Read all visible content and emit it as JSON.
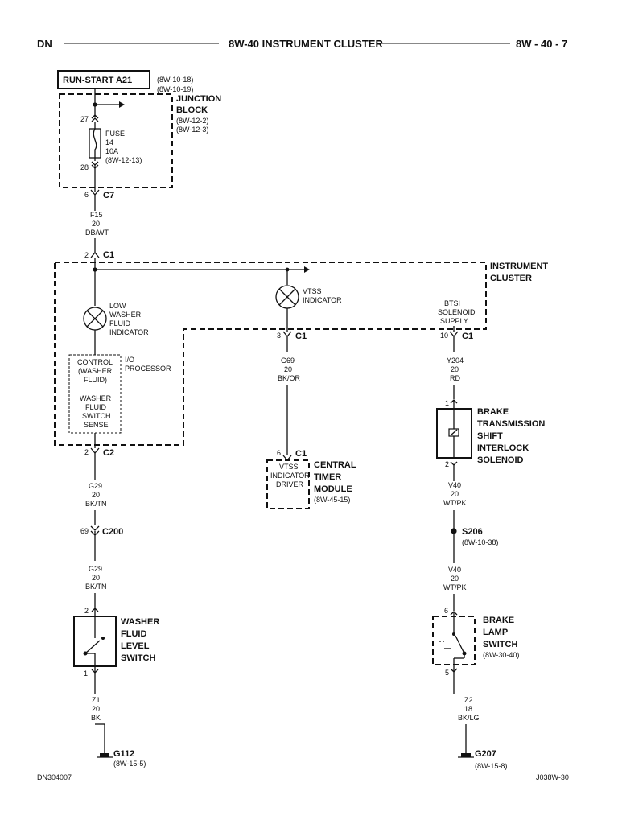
{
  "header": {
    "left": "DN",
    "title": "8W-40 INSTRUMENT CLUSTER",
    "page": "8W - 40 - 7"
  },
  "footer": {
    "left": "DN304007",
    "right": "J038W-30"
  },
  "run_start": {
    "label": "RUN-START A21",
    "ref1": "(8W-10-18)",
    "ref2": "(8W-10-19)"
  },
  "junction_block": {
    "name1": "JUNCTION",
    "name2": "BLOCK",
    "ref1": "(8W-12-2)",
    "ref2": "(8W-12-3)",
    "pin_top": "27",
    "pin_bottom": "28",
    "fuse": [
      "FUSE",
      "14",
      "10A",
      "(8W-12-13)"
    ]
  },
  "conn_c7": {
    "pin": "6",
    "name": "C7"
  },
  "wire_f15": [
    "F15",
    "20",
    "DB/WT"
  ],
  "conn_c1_top": {
    "pin": "2",
    "name": "C1"
  },
  "instrument_cluster": {
    "name1": "INSTRUMENT",
    "name2": "CLUSTER"
  },
  "low_washer": [
    "LOW",
    "WASHER",
    "FLUID",
    "INDICATOR"
  ],
  "vtss_indicator": [
    "VTSS",
    "INDICATOR"
  ],
  "btsi_supply": [
    "BTSI",
    "SOLENOID",
    "SUPPLY"
  ],
  "control_box": [
    "CONTROL",
    "(WASHER",
    "FLUID)",
    "WASHER",
    "FLUID",
    "SWITCH",
    "SENSE"
  ],
  "io_processor": [
    "I/O",
    "PROCESSOR"
  ],
  "conn_c1_mid": {
    "pin": "3",
    "name": "C1"
  },
  "conn_c1_right": {
    "pin": "10",
    "name": "C1"
  },
  "wire_g69": [
    "G69",
    "20",
    "BK/OR"
  ],
  "wire_y204": [
    "Y204",
    "20",
    "RD"
  ],
  "conn_c2": {
    "pin": "2",
    "name": "C2"
  },
  "wire_g29_a": [
    "G29",
    "20",
    "BK/TN"
  ],
  "conn_c200": {
    "pin": "69",
    "name": "C200"
  },
  "wire_g29_b": [
    "G29",
    "20",
    "BK/TN"
  ],
  "central_timer": {
    "pin": "6",
    "conn": "C1",
    "inner": [
      "VTSS",
      "INDICATOR",
      "DRIVER"
    ],
    "name": [
      "CENTRAL",
      "TIMER",
      "MODULE"
    ],
    "ref": "(8W-45-15)"
  },
  "solenoid": {
    "pin_top": "1",
    "pin_bottom": "2",
    "name": [
      "BRAKE",
      "TRANSMISSION",
      "SHIFT",
      "INTERLOCK",
      "SOLENOID"
    ]
  },
  "wire_v40_a": [
    "V40",
    "20",
    "WT/PK"
  ],
  "splice_s206": {
    "name": "S206",
    "ref": "(8W-10-38)"
  },
  "wire_v40_b": [
    "V40",
    "20",
    "WT/PK"
  ],
  "washer_switch": {
    "pin_top": "2",
    "pin_bottom": "1",
    "name": [
      "WASHER",
      "FLUID",
      "LEVEL",
      "SWITCH"
    ]
  },
  "brake_switch": {
    "pin_top": "6",
    "pin_bottom": "5",
    "name": [
      "BRAKE",
      "LAMP",
      "SWITCH"
    ],
    "ref": "(8W-30-40)"
  },
  "wire_z1": [
    "Z1",
    "20",
    "BK"
  ],
  "wire_z2": [
    "Z2",
    "18",
    "BK/LG"
  ],
  "ground_g112": {
    "name": "G112",
    "ref": "(8W-15-5)"
  },
  "ground_g207": {
    "name": "G207",
    "ref": "(8W-15-8)"
  }
}
